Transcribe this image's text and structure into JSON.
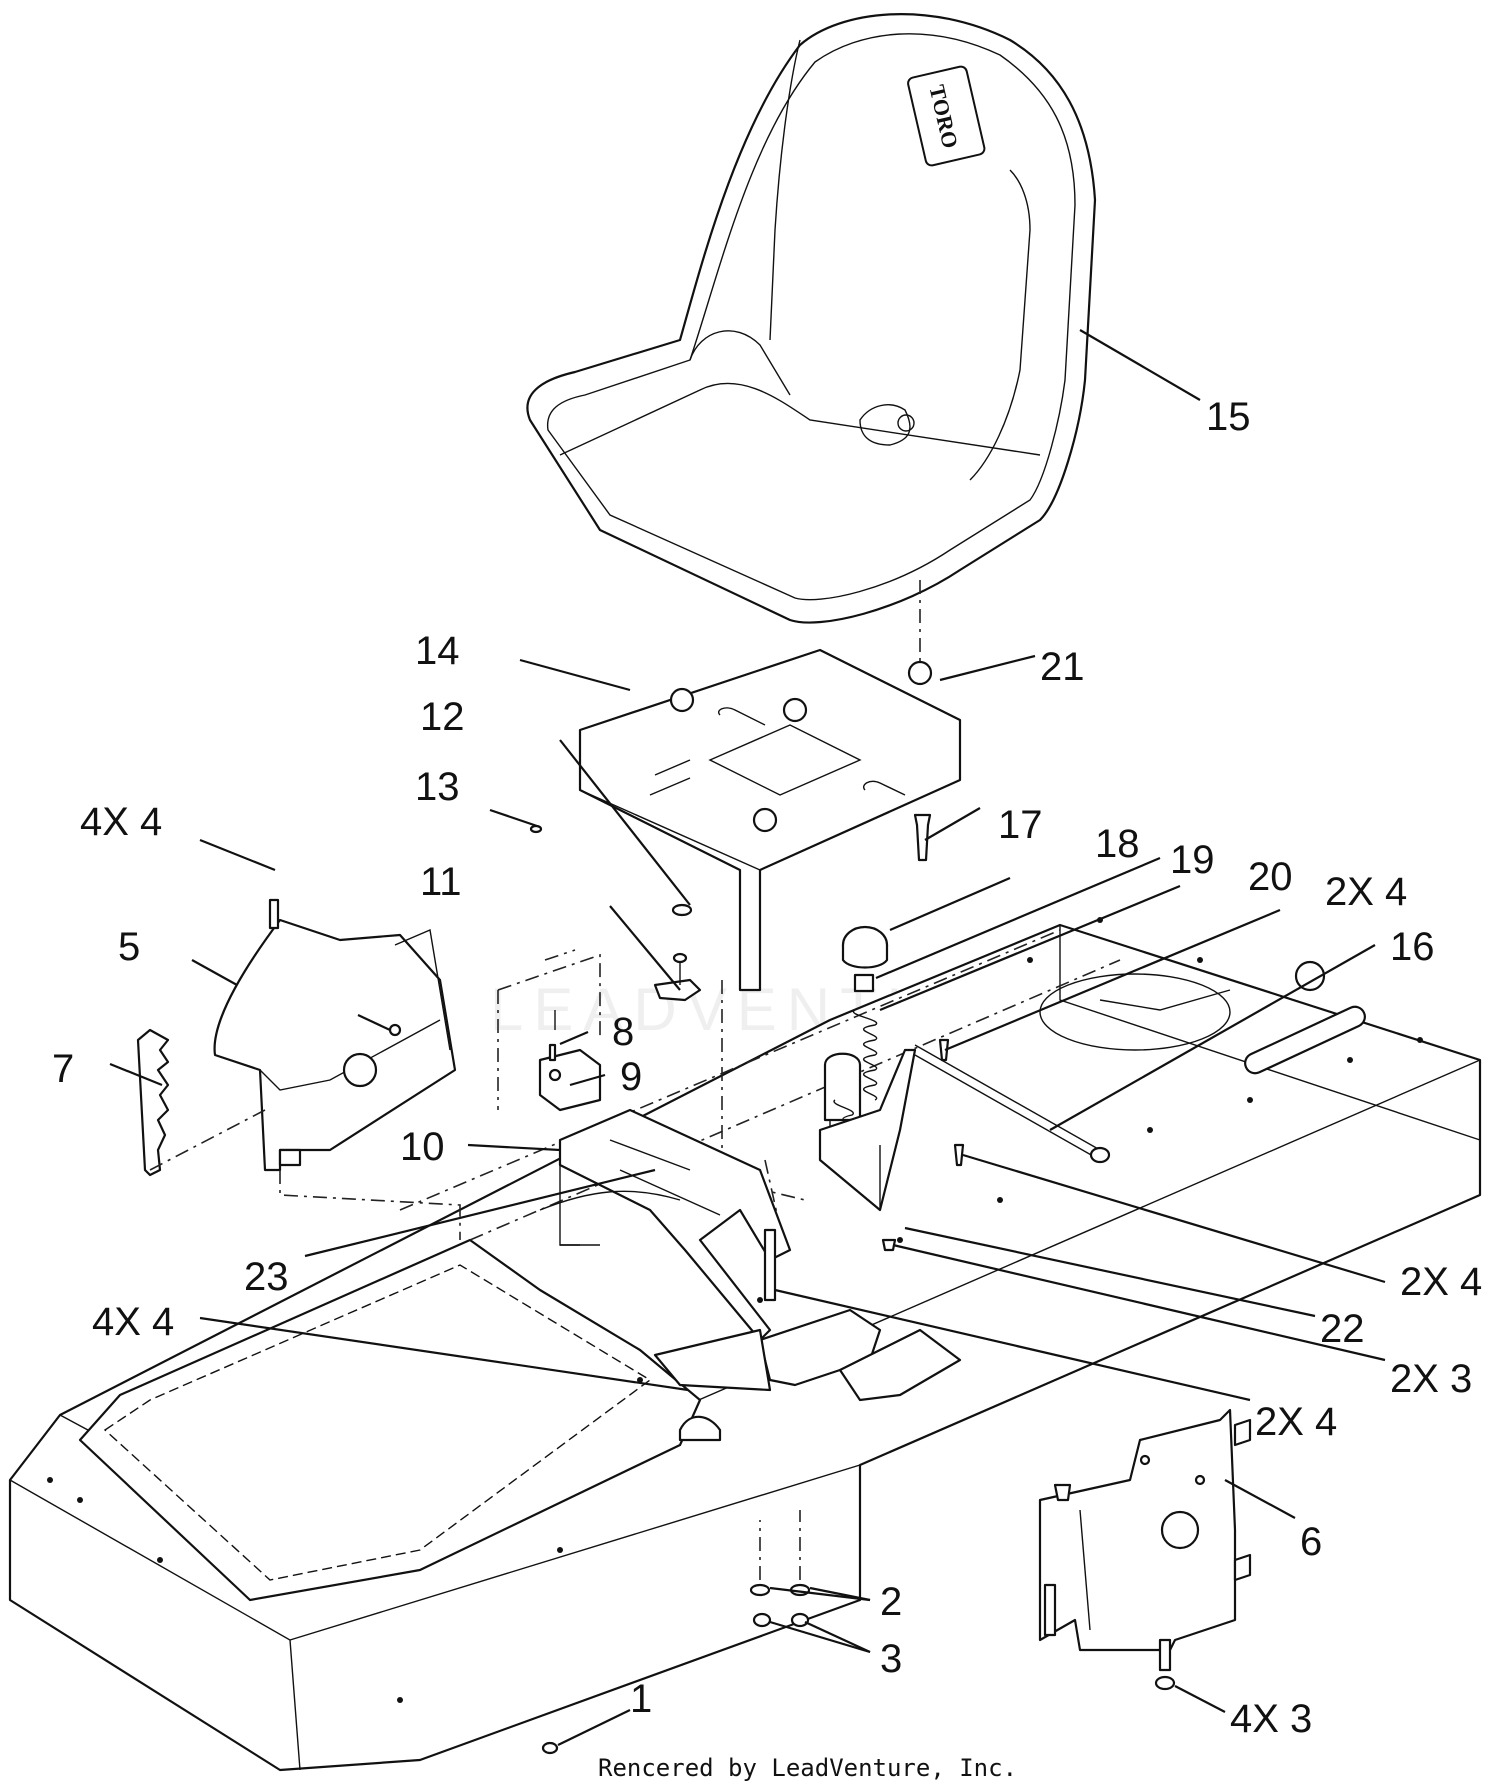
{
  "brand_logo_text": "TORO",
  "watermark": "LEADVENTURE",
  "footer_text": "Rencered by LeadVenture, Inc.",
  "callouts": {
    "c15": "15",
    "c14": "14",
    "c21": "21",
    "c12": "12",
    "c13": "13",
    "c4x4_top": "4X 4",
    "c17": "17",
    "c18": "18",
    "c19": "19",
    "c20": "20",
    "c2x4_a": "2X 4",
    "c16": "16",
    "c11": "11",
    "c5": "5",
    "c8": "8",
    "c9": "9",
    "c7": "7",
    "c10": "10",
    "c23": "23",
    "c2x4_b": "2X 4",
    "c22": "22",
    "c4x4_mid": "4X 4",
    "c2x3": "2X 3",
    "c2x4_c": "2X 4",
    "c6": "6",
    "c2": "2",
    "c3": "3",
    "c1": "1",
    "c4x3": "4X 3"
  }
}
